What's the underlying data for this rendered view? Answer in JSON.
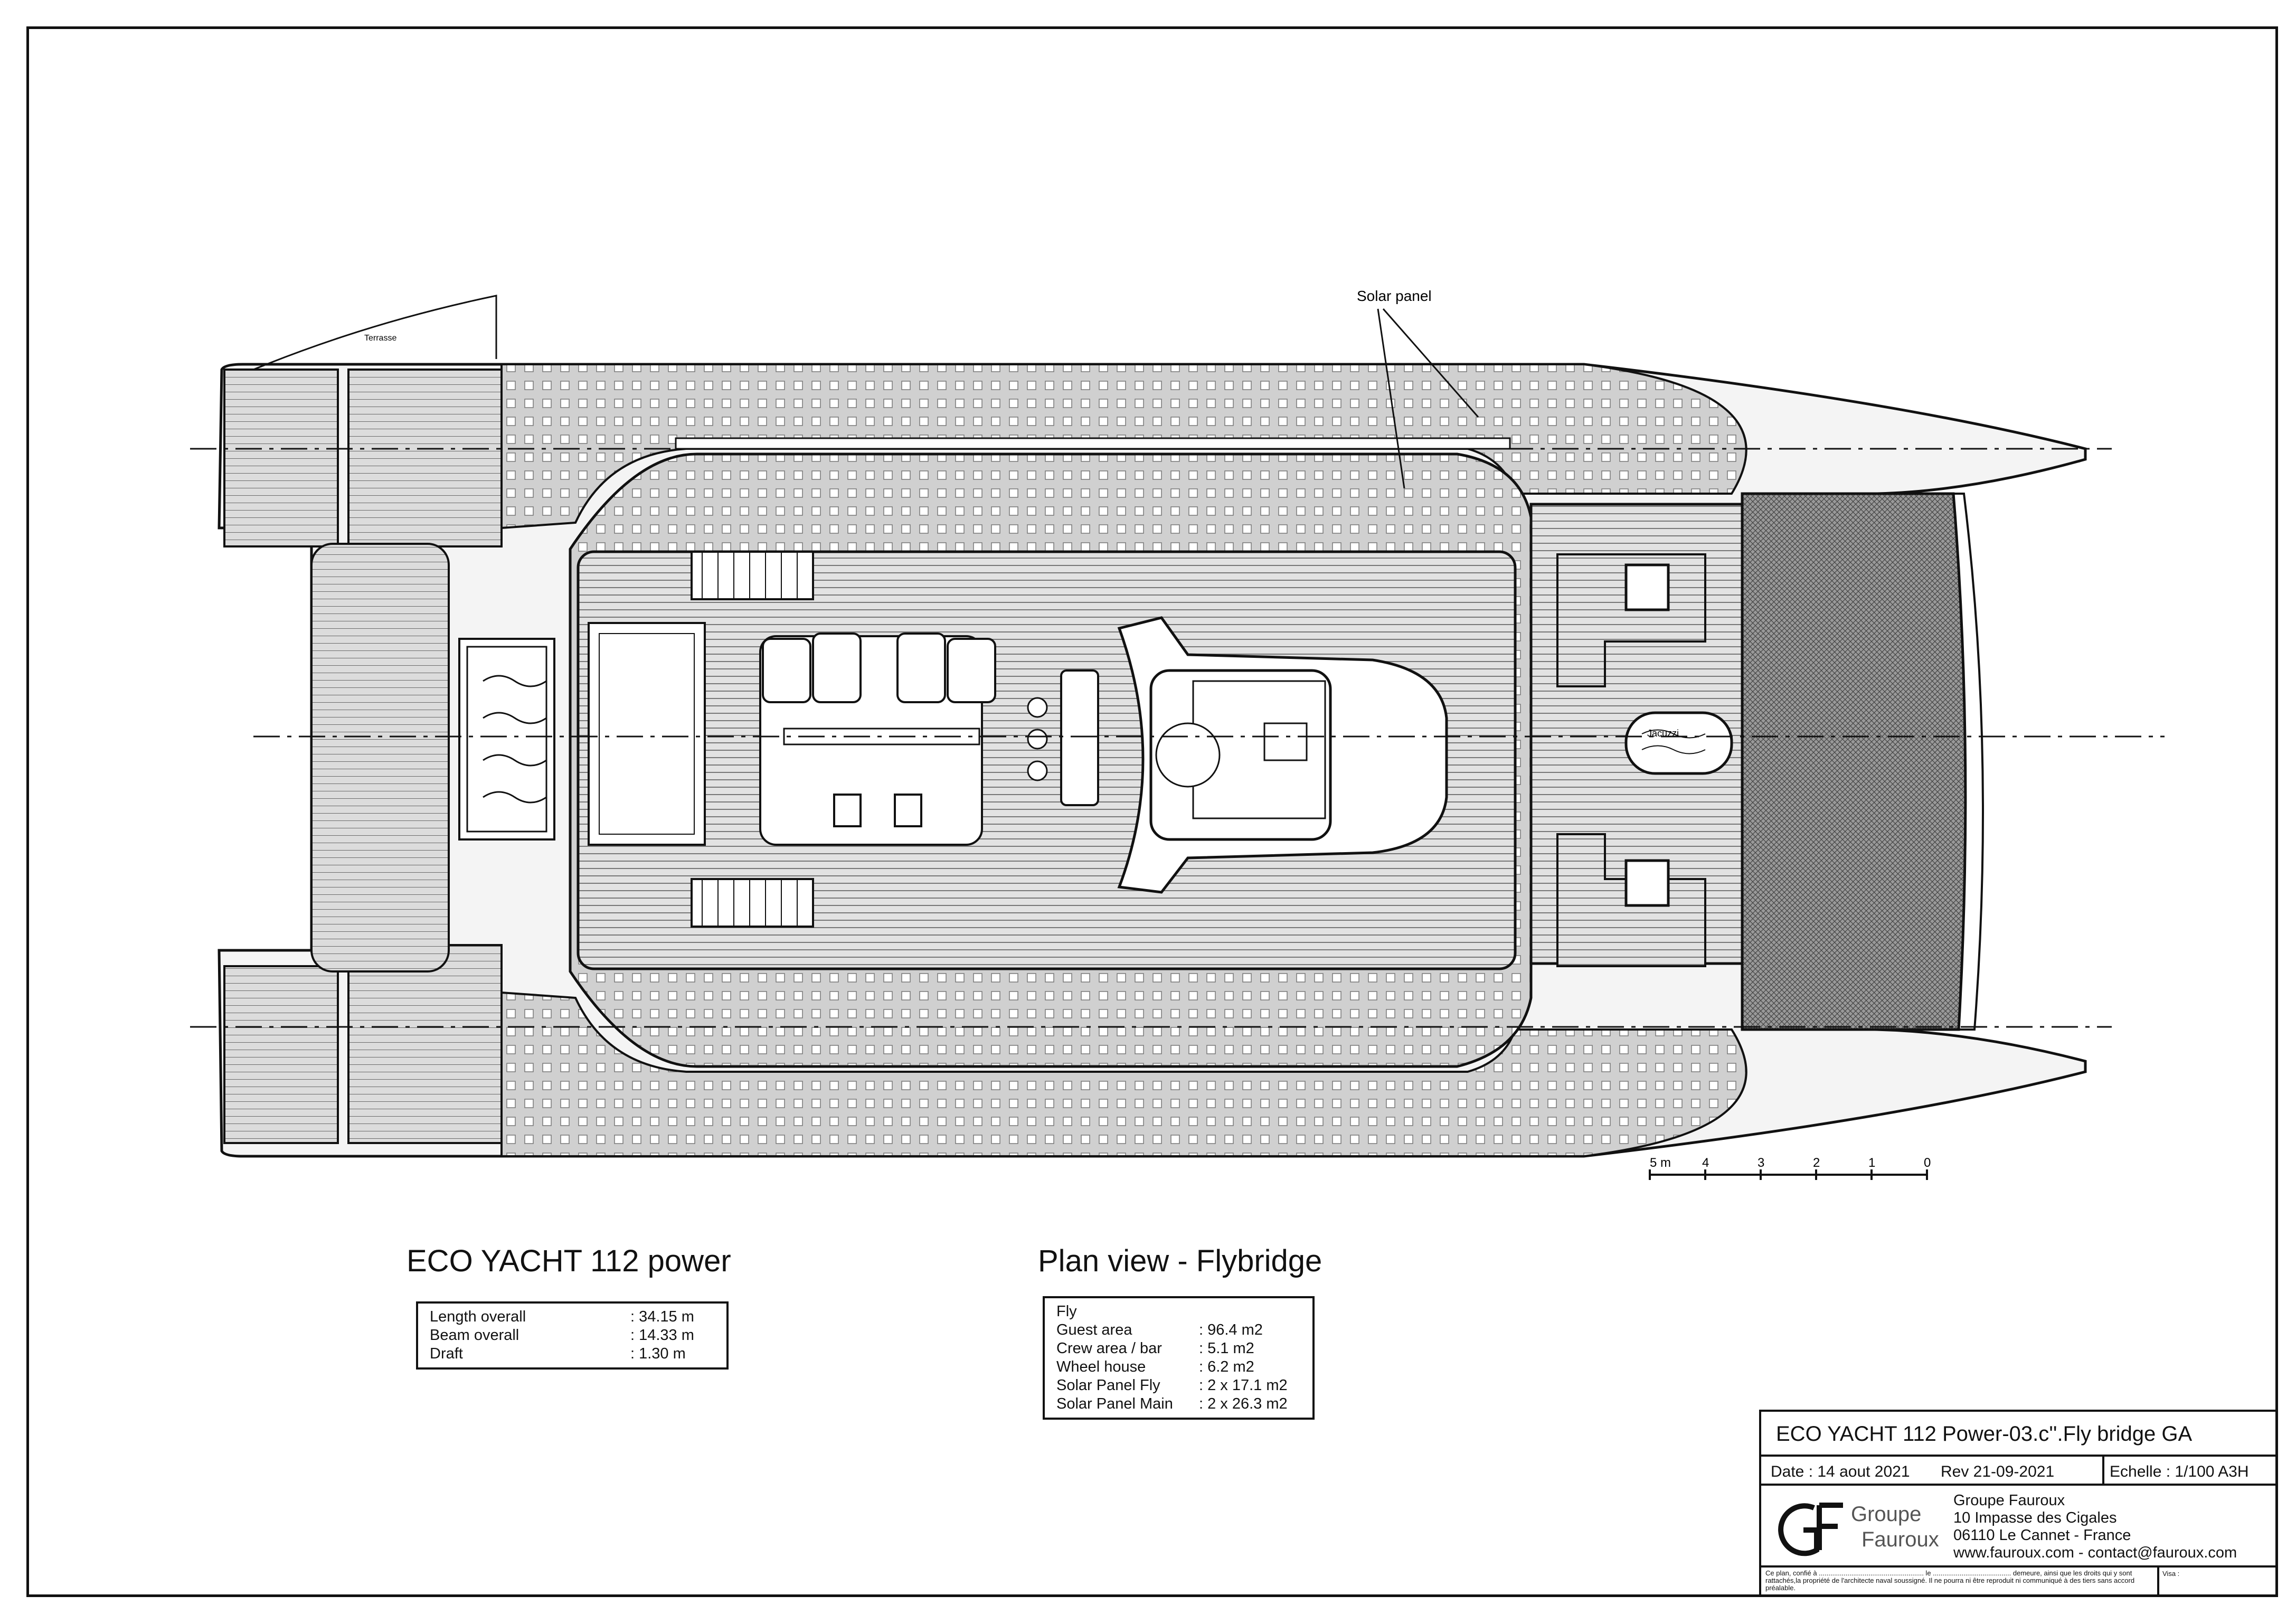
{
  "drawing": {
    "labels": {
      "solar_panel": "Solar panel",
      "terrasse": "Terrasse",
      "jacuzzi": "Jacuzzi"
    },
    "scale_bar": [
      "5 m",
      "4",
      "3",
      "2",
      "1",
      "0"
    ]
  },
  "title": "ECO YACHT 112 power",
  "specs": [
    {
      "label": "Length overall",
      "value": ": 34.15 m"
    },
    {
      "label": "Beam overall",
      "value": ": 14.33 m"
    },
    {
      "label": "Draft",
      "value": ": 1.30 m"
    }
  ],
  "view_title": "Plan view - Flybridge",
  "fly": {
    "heading": "Fly",
    "rows": [
      {
        "label": "Guest area",
        "value": ": 96.4 m2"
      },
      {
        "label": "Crew area / bar",
        "value": ": 5.1 m2"
      },
      {
        "label": "Wheel house",
        "value": ": 6.2 m2"
      },
      {
        "label": "Solar Panel Fly",
        "value": ": 2 x 17.1 m2"
      },
      {
        "label": "Solar Panel Main",
        "value": ": 2 x 26.3 m2"
      }
    ]
  },
  "title_block": {
    "drawing_title": "ECO YACHT 112 Power-03.c''.Fly bridge GA",
    "date": "Date :  14 aout 2021",
    "rev": "Rev 21-09-2021",
    "scale": "Echelle :  1/100 A3H",
    "logo_line1": "Groupe",
    "logo_line2": "Fauroux",
    "address": [
      "Groupe Fauroux",
      "10 Impasse des Cigales",
      "06110 Le Cannet - France",
      "www.fauroux.com - contact@fauroux.com"
    ],
    "notice": "Ce plan, confié à ....................................................... le ......................................... demeure, ainsi que les droits qui y sont rattachés,la propriété de l'architecte naval soussigné. Il ne pourra ni être reproduit ni communiqué à des tiers sans accord préalable.",
    "visa": "Visa :"
  }
}
